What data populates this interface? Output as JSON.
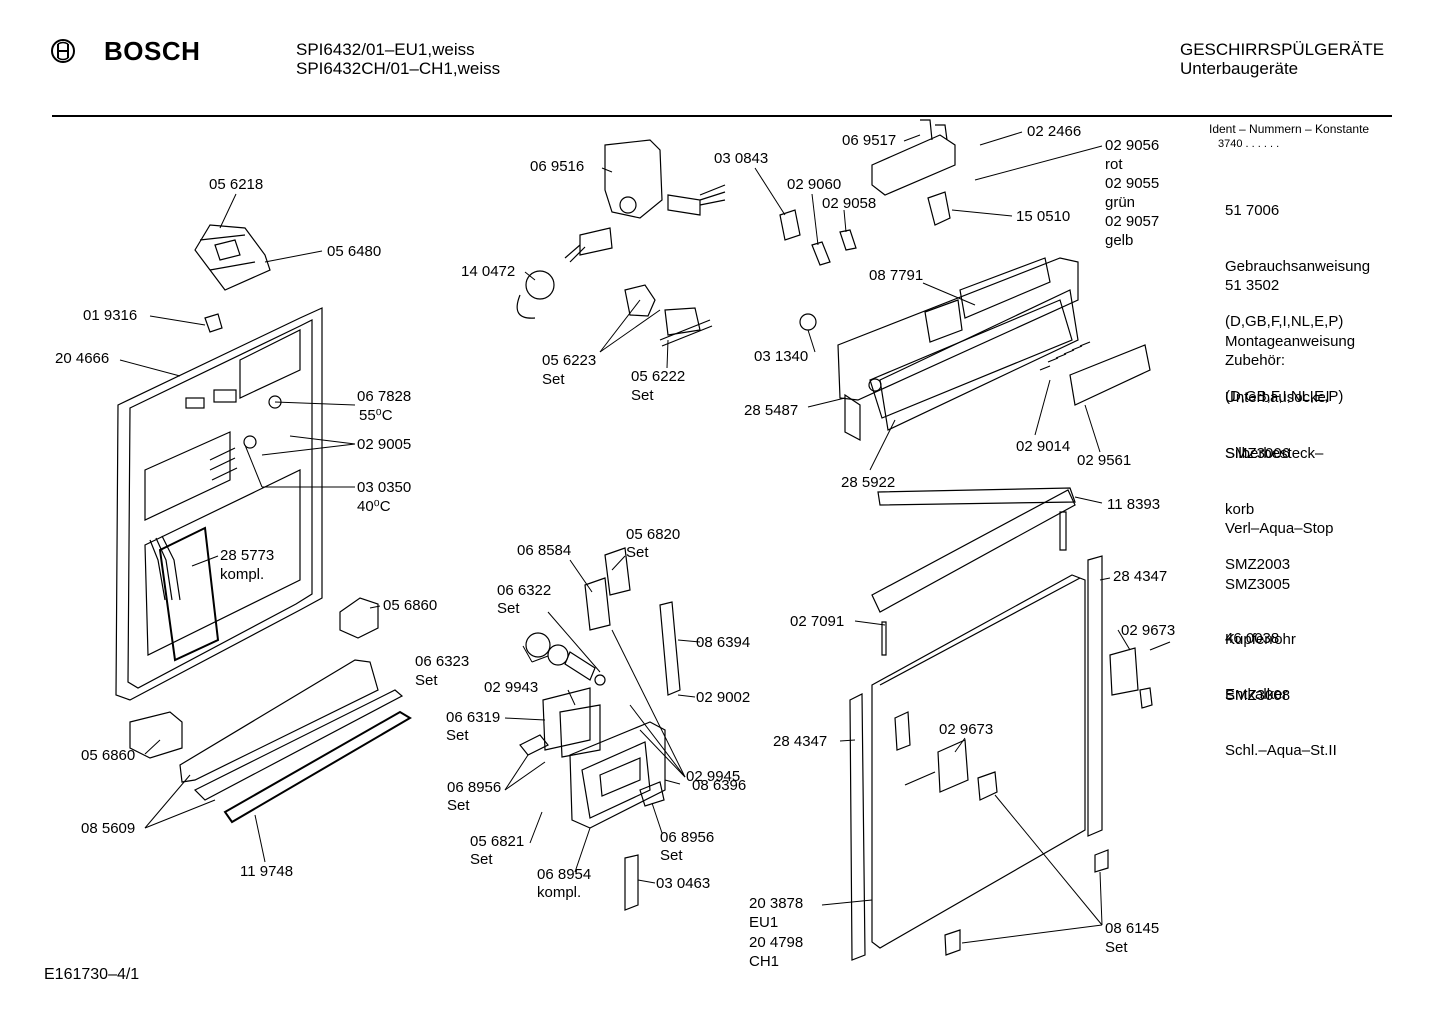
{
  "header": {
    "brand": "BOSCH",
    "model_line1": "SPI6432/01–EU1,weiss",
    "model_line2": "SPI6432CH/01–CH1,weiss",
    "category_line1": "GESCHIRRSPÜLGERÄTE",
    "category_line2": "Unterbaugeräte"
  },
  "sidebar": {
    "ident_title": "Ident – Nummern – Konstante",
    "ident_code": "3740 . . . . . .",
    "entries": [
      {
        "number": "51 7006",
        "text": [
          "Gebrauchsanweisung",
          "(D,GB,F,I,NL,E,P)"
        ]
      },
      {
        "number": "51 3502",
        "text": [
          "Montageanweisung",
          "(D,GB,F,I,NL,E,P)"
        ]
      },
      {
        "number": "",
        "text": [
          "Zubehör:"
        ]
      },
      {
        "number": "",
        "text": [
          "Unterbausockel",
          "SMZ3006"
        ]
      },
      {
        "number": "",
        "text": [
          "Silberbesteck–",
          "korb",
          "SMZ2003"
        ]
      },
      {
        "number": "",
        "text": [
          "Verl–Aqua–Stop",
          "SMZ3005",
          "Kupferrohr",
          "SMZ3008",
          "Schl.–Aqua–St.II"
        ]
      },
      {
        "number": "46 0038",
        "text": [
          "Entkalker"
        ]
      }
    ]
  },
  "footer": {
    "doc_code": "E161730–4/1"
  },
  "parts": [
    {
      "id": "p056218",
      "text": "05 6218"
    },
    {
      "id": "p056480",
      "text": "05 6480"
    },
    {
      "id": "p019316",
      "text": "01 9316"
    },
    {
      "id": "p204666",
      "text": "20 4666"
    },
    {
      "id": "p067828",
      "text": "06 7828"
    },
    {
      "id": "p067828t",
      "text": "55⁰C"
    },
    {
      "id": "p029005",
      "text": "02 9005"
    },
    {
      "id": "p030350",
      "text": "03 0350"
    },
    {
      "id": "p030350t",
      "text": "40⁰C"
    },
    {
      "id": "p285773",
      "text": "28 5773"
    },
    {
      "id": "p285773k",
      "text": "kompl."
    },
    {
      "id": "p056860a",
      "text": "05 6860"
    },
    {
      "id": "p056860b",
      "text": "05 6860"
    },
    {
      "id": "p085609",
      "text": "08 5609"
    },
    {
      "id": "p119748",
      "text": "11 9748"
    },
    {
      "id": "p069516",
      "text": "06 9516"
    },
    {
      "id": "p140472",
      "text": "14 0472"
    },
    {
      "id": "p056223",
      "text": "05 6223"
    },
    {
      "id": "p056223s",
      "text": "Set"
    },
    {
      "id": "p056222",
      "text": "05 6222"
    },
    {
      "id": "p056222s",
      "text": "Set"
    },
    {
      "id": "p030843",
      "text": "03 0843"
    },
    {
      "id": "p029060",
      "text": "02 9060"
    },
    {
      "id": "p029058",
      "text": "02 9058"
    },
    {
      "id": "p069517",
      "text": "06 9517"
    },
    {
      "id": "p022466",
      "text": "02 2466"
    },
    {
      "id": "p029056",
      "text": "02 9056"
    },
    {
      "id": "p029056c",
      "text": "rot"
    },
    {
      "id": "p029055",
      "text": "02 9055"
    },
    {
      "id": "p029055c",
      "text": "grün"
    },
    {
      "id": "p029057",
      "text": "02 9057"
    },
    {
      "id": "p029057c",
      "text": "gelb"
    },
    {
      "id": "p150510",
      "text": "15 0510"
    },
    {
      "id": "p087791",
      "text": "08 7791"
    },
    {
      "id": "p031340",
      "text": "03 1340"
    },
    {
      "id": "p285487",
      "text": "28 5487"
    },
    {
      "id": "p285922",
      "text": "28 5922"
    },
    {
      "id": "p029014",
      "text": "02 9014"
    },
    {
      "id": "p029561",
      "text": "02 9561"
    },
    {
      "id": "p068584",
      "text": "06 8584"
    },
    {
      "id": "p056820",
      "text": "05 6820"
    },
    {
      "id": "p056820s",
      "text": "Set"
    },
    {
      "id": "p066322",
      "text": "06 6322"
    },
    {
      "id": "p066322s",
      "text": "Set"
    },
    {
      "id": "p066323",
      "text": "06 6323"
    },
    {
      "id": "p066323s",
      "text": "Set"
    },
    {
      "id": "p086394",
      "text": "08 6394"
    },
    {
      "id": "p029943",
      "text": "02 9943"
    },
    {
      "id": "p029002",
      "text": "02 9002"
    },
    {
      "id": "p066319",
      "text": "06 6319"
    },
    {
      "id": "p066319s",
      "text": "Set"
    },
    {
      "id": "p029945",
      "text": "02 9945"
    },
    {
      "id": "p068956a",
      "text": "06 8956"
    },
    {
      "id": "p068956as",
      "text": "Set"
    },
    {
      "id": "p086396",
      "text": "08 6396"
    },
    {
      "id": "p056821",
      "text": "05 6821"
    },
    {
      "id": "p056821s",
      "text": "Set"
    },
    {
      "id": "p068956b",
      "text": "06 8956"
    },
    {
      "id": "p068956bs",
      "text": "Set"
    },
    {
      "id": "p068954",
      "text": "06 8954"
    },
    {
      "id": "p068954k",
      "text": "kompl."
    },
    {
      "id": "p030463",
      "text": "03 0463"
    },
    {
      "id": "p118393",
      "text": "11 8393"
    },
    {
      "id": "p284347a",
      "text": "28 4347"
    },
    {
      "id": "p027091",
      "text": "02 7091"
    },
    {
      "id": "p029673a",
      "text": "02 9673"
    },
    {
      "id": "p284347b",
      "text": "28 4347"
    },
    {
      "id": "p029673b",
      "text": "02 9673"
    },
    {
      "id": "p203878",
      "text": "20 3878"
    },
    {
      "id": "p203878v",
      "text": "EU1"
    },
    {
      "id": "p204798",
      "text": "20 4798"
    },
    {
      "id": "p204798v",
      "text": "CH1"
    },
    {
      "id": "p086145",
      "text": "08 6145"
    },
    {
      "id": "p086145s",
      "text": "Set"
    }
  ]
}
